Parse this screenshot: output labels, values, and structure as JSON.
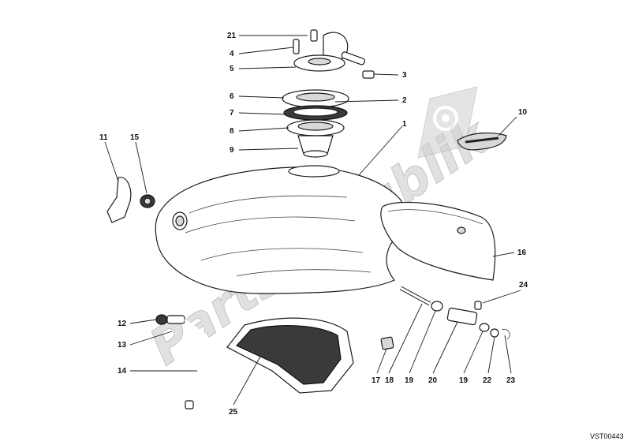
{
  "diagram": {
    "reference_code": "VST00443",
    "watermark": "PartsRepublik",
    "watermark_color": "#bdbdbd",
    "callouts": [
      "21",
      "4",
      "5",
      "3",
      "6",
      "2",
      "7",
      "8",
      "9",
      "1",
      "10",
      "11",
      "15",
      "16",
      "24",
      "12",
      "13",
      "14",
      "25",
      "17",
      "18",
      "19",
      "20",
      "19",
      "22",
      "23"
    ]
  }
}
